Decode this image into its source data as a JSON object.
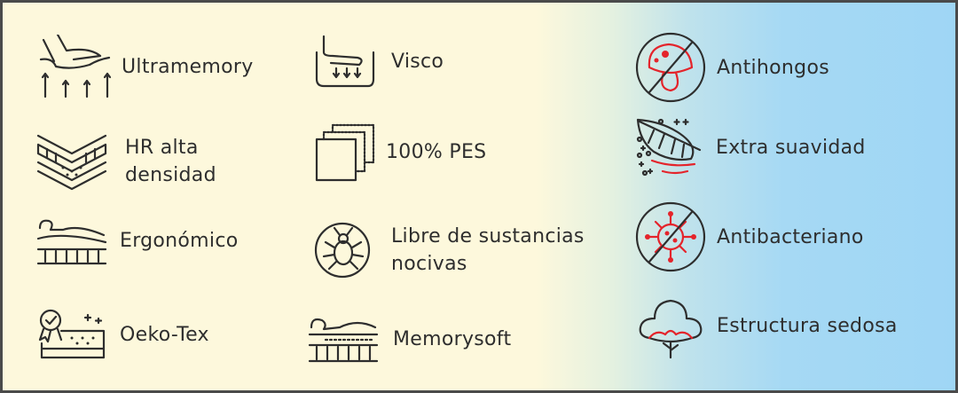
{
  "columns": [
    {
      "items": [
        {
          "label": "Ultramemory",
          "icon": "hand-pressing-foam-icon"
        },
        {
          "label": "HR alta densidad",
          "icon": "foam-layers-icon"
        },
        {
          "label": "Ergonómico",
          "icon": "person-lying-mattress-icon"
        },
        {
          "label": "Oeko-Tex",
          "icon": "certified-mattress-icon"
        }
      ]
    },
    {
      "items": [
        {
          "label": "Visco",
          "icon": "foot-pressing-foam-icon"
        },
        {
          "label": "100% PES",
          "icon": "fabric-layers-icon"
        },
        {
          "label": "Libre de sustancias nocivas",
          "icon": "mite-circle-icon"
        },
        {
          "label": "Memorysoft",
          "icon": "pillow-mattress-icon"
        }
      ]
    },
    {
      "items": [
        {
          "label": "Antihongos",
          "icon": "no-fungus-icon"
        },
        {
          "label": "Extra suavidad",
          "icon": "feather-icon"
        },
        {
          "label": "Antibacteriano",
          "icon": "no-bacteria-icon"
        },
        {
          "label": "Estructura sedosa",
          "icon": "cotton-flower-icon"
        }
      ]
    }
  ],
  "colors": {
    "accent": "#e4242b",
    "text": "#2e2e2e",
    "cream": "#fdf8dc",
    "blue": "#9fd6f5"
  }
}
